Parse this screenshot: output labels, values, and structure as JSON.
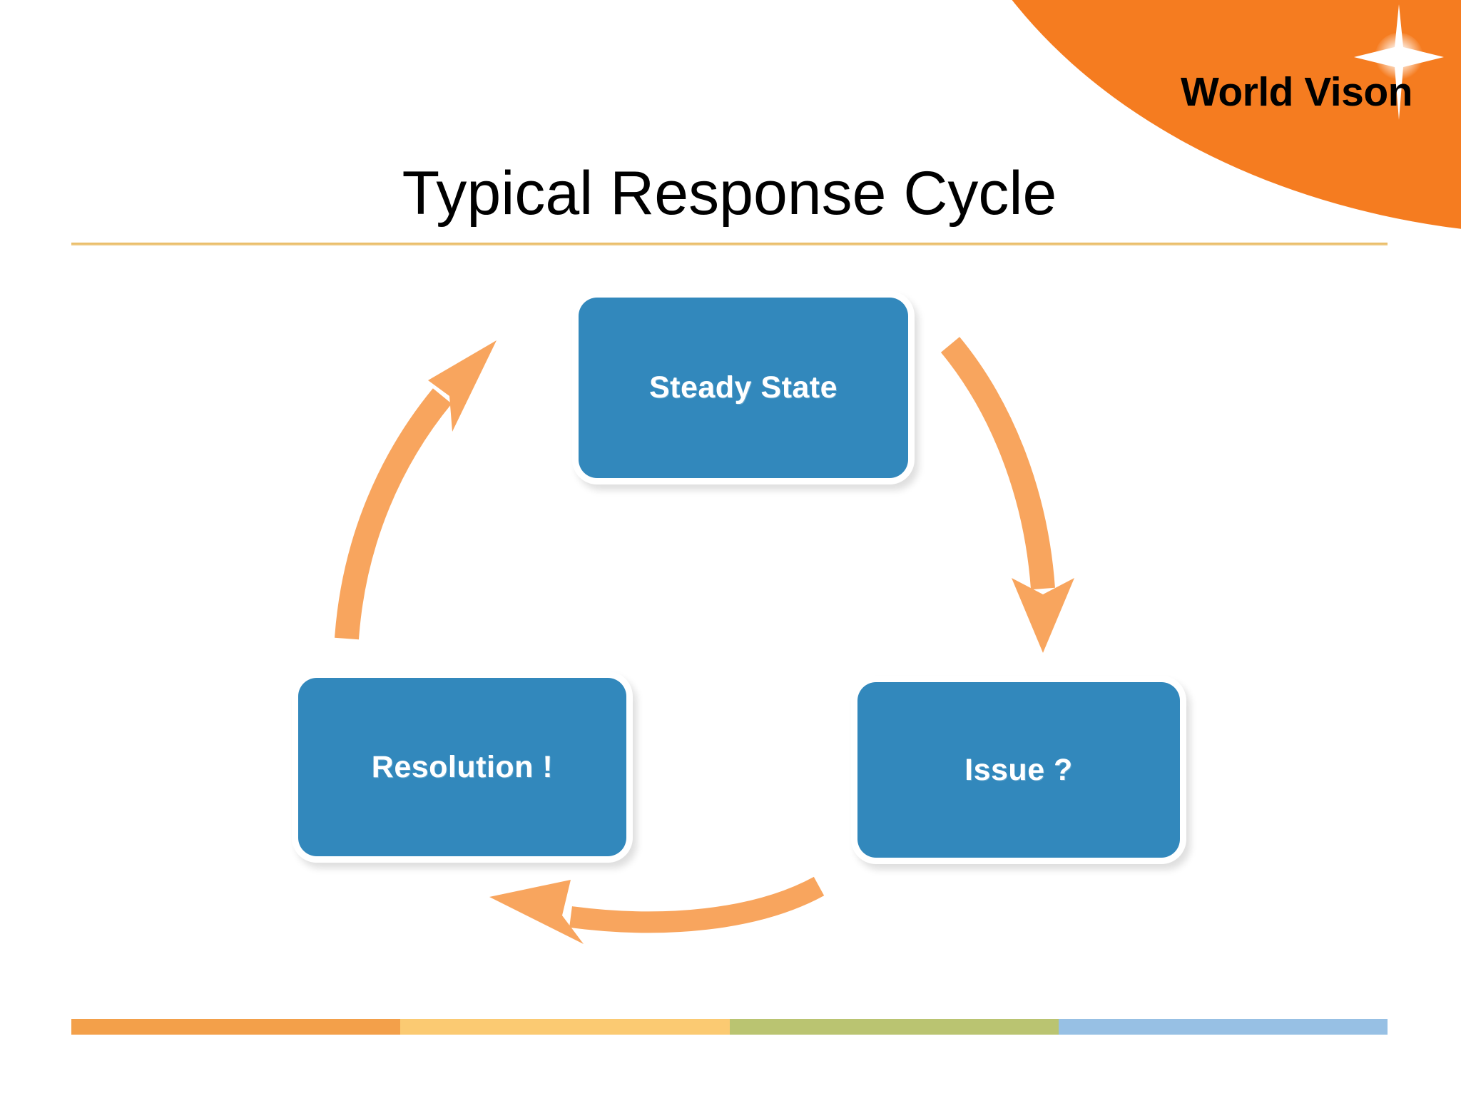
{
  "slide": {
    "title": "Typical Response Cycle",
    "background_color": "#FFFFFF"
  },
  "brand": {
    "wordmark_part1": "World Vis",
    "wordmark_part2": "n",
    "wordmark_full": "World Vision",
    "swoosh_color": "#F57C20",
    "star_color": "#FFFFFF"
  },
  "theme": {
    "title_rule_color": "#E8B860",
    "node_fill": "#3288BC",
    "node_text": "#FFFFFF",
    "arrow_color": "#F8A55E"
  },
  "chart_data": {
    "type": "diagram",
    "diagram_kind": "cycle",
    "title": "Typical Response Cycle",
    "nodes": [
      {
        "id": "steady-state",
        "label": "Steady State",
        "position": "top"
      },
      {
        "id": "issue",
        "label": "Issue ?",
        "position": "bottom-right"
      },
      {
        "id": "resolution",
        "label": "Resolution !",
        "position": "bottom-left"
      }
    ],
    "edges": [
      {
        "from": "steady-state",
        "to": "issue",
        "style": "curved-arrow",
        "direction": "clockwise"
      },
      {
        "from": "issue",
        "to": "resolution",
        "style": "curved-arrow",
        "direction": "clockwise"
      },
      {
        "from": "resolution",
        "to": "steady-state",
        "style": "curved-arrow",
        "direction": "clockwise"
      }
    ],
    "legend": [],
    "annotations": []
  },
  "nodes": {
    "steady_state": "Steady State",
    "issue": "Issue ?",
    "resolution": "Resolution !"
  },
  "footer": {
    "segments": [
      {
        "name": "orange",
        "color": "#F3A04A"
      },
      {
        "name": "gold",
        "color": "#FBCA72"
      },
      {
        "name": "olive",
        "color": "#BAC471"
      },
      {
        "name": "blue",
        "color": "#97C0E4"
      }
    ]
  }
}
